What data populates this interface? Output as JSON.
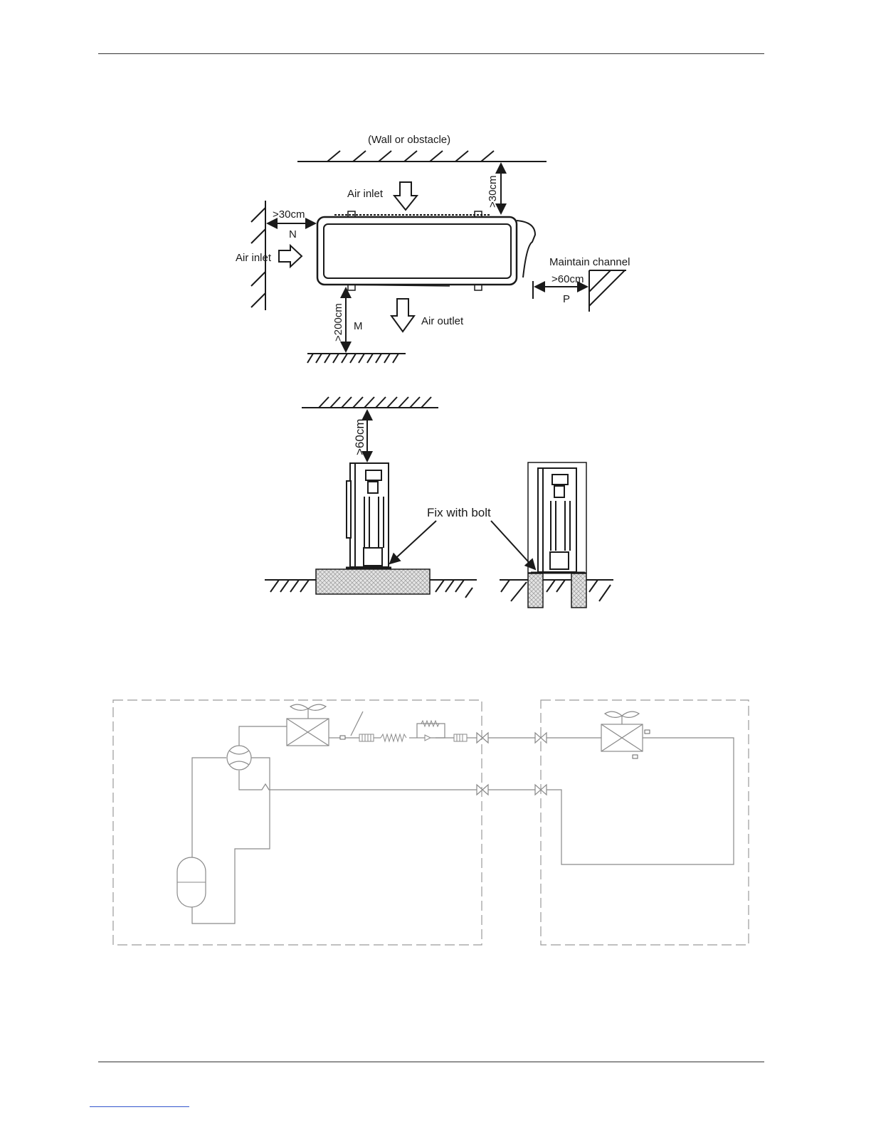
{
  "page": {
    "header_rule": true,
    "footer_rule": true
  },
  "indoor_clearance": {
    "wall_label": "(Wall or obstacle)",
    "air_inlet_top": "Air inlet",
    "air_inlet_left": "Air inlet",
    "air_outlet": "Air outlet",
    "top_gap": ">30cm",
    "left_gap": ">30cm",
    "left_gap_code": "N",
    "bottom_gap": ">200cm",
    "bottom_gap_code": "M",
    "maintain_label": "Maintain channel",
    "right_gap": ">60cm",
    "right_gap_code": "P"
  },
  "outdoor_install": {
    "top_gap": ">60cm",
    "bolt_label": "Fix with bolt"
  },
  "refrigerant_diagram": {
    "outdoor_box": true,
    "indoor_box": true
  },
  "colors": {
    "line": "#1a1a1a",
    "dashed_box": "#9a9a9a",
    "pipe": "#8a8a8a",
    "concrete": "#d6d6d6",
    "footer_link": "#3355cc"
  }
}
